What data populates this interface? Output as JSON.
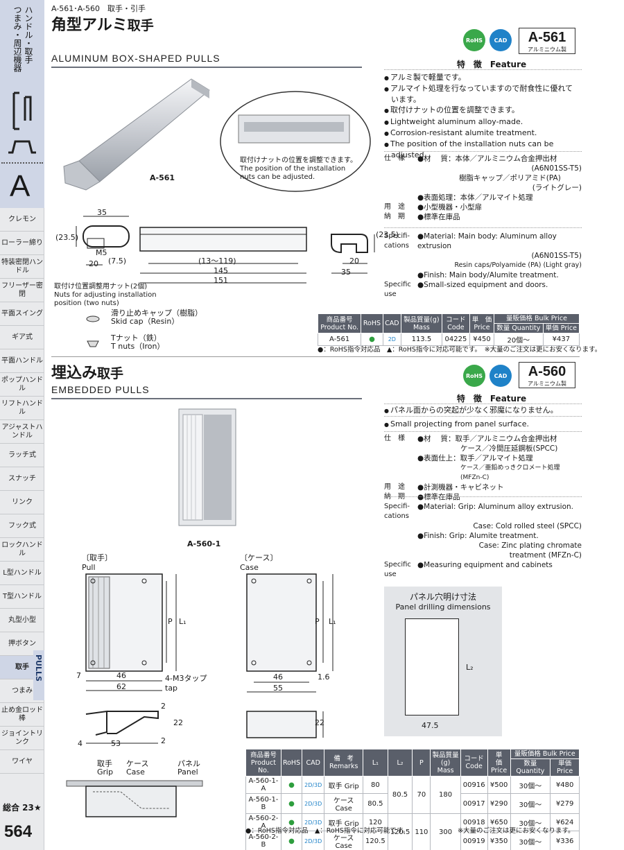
{
  "sidebar": {
    "category_line1": "ハンドル・取手",
    "category_line2": "つまみ・周辺機器",
    "letter": "A",
    "items": [
      "クレモン",
      "ローラー締り",
      "特装密閉ハンドル",
      "フリーザー密閉",
      "平面スイング",
      "ギア式",
      "平面ハンドル",
      "ポップハンドル",
      "リフトハンドル",
      "アジャストハンドル",
      "ラッチ式",
      "スナッチ",
      "リンク",
      "フック式",
      "ロックハンドル",
      "L型ハンドル",
      "T型ハンドル",
      "丸型小型",
      "押ボタン",
      "取手",
      "つまみ",
      "止め金ロッド棒",
      "ジョイントリンク",
      "ワイヤ"
    ],
    "active_item": "取手",
    "pulls_label": "PULLS",
    "total": "総合 23★",
    "page_number": "564"
  },
  "breadcrumb": "A-561･A-560　取手・引手",
  "s1": {
    "title_jp_a": "角型アルミ",
    "title_jp_b": "取手",
    "title_en": "ALUMINUM  BOX-SHAPED  PULLS",
    "rohs": "RoHS",
    "cad": "CAD",
    "code": "A-561",
    "code_sub": "アルミニウム製",
    "photo_label": "A-561",
    "inset_cap_jp": "取付けナットの位置を調整できます。",
    "inset_cap_en1": "The position of the installation",
    "inset_cap_en2": "nuts can be adjusted.",
    "feature_head": "特　徴　Feature",
    "features_jp": [
      "アルミ製で軽量です。",
      "アルマイト処理を行なっていますので耐食性に優れています。",
      "取付けナットの位置を調整できます。"
    ],
    "features_en": [
      "Lightweight aluminum alloy-made.",
      "Corrosion-resistant alumite treatment.",
      "The position of the installation nuts can be adjusted."
    ],
    "spec_jp": {
      "lab_spec": "仕　様",
      "mat": "●材　 質：本体／アルミニウム合金押出材",
      "mat2": "(A6N01SS-T5)",
      "cap": "樹脂キャップ／ポリアミド(PA)",
      "cap2": "(ライトグレー)",
      "fin": "●表面処理：本体／アルマイト処理",
      "lab_use": "用　途",
      "use": "●小型機器・小型扉",
      "lab_del": "納　期",
      "del": "●標準在庫品"
    },
    "spec_en": {
      "lab": "Specifi-cations",
      "mat": "●Material: Main body: Aluminum alloy extrusion",
      "mat2": "(A6N01SS-T5)",
      "resin": "Resin caps/Polyamide (PA) (Light gray)",
      "fin": "●Finish: Main body/Alumite treatment.",
      "lab_use": "Specific use",
      "use": "●Small-sized equipment and doors."
    },
    "dims": {
      "d35": "35",
      "d235": "(23.5)",
      "d20": "20",
      "dM5": "M5",
      "d75": "(7.5)",
      "d13": "(13～119)",
      "d145": "145",
      "d151": "151",
      "r235": "(23.5)",
      "r20": "20",
      "r35": "35"
    },
    "nut_cap_jp": "取付け位置調整用ナット(2個)",
    "nut_cap_en1": "Nuts for adjusting installation",
    "nut_cap_en2": "position (two nuts)",
    "skid_jp": "滑り止めキャップ（樹脂）",
    "skid_en": "Skid cap（Resin）",
    "tnut_jp": "Tナット（鉄）",
    "tnut_en": "T nuts（Iron）",
    "table": {
      "h_prod": "商品番号",
      "h_prod_en": "Product No.",
      "h_rohs": "RoHS",
      "h_cad": "CAD",
      "h_mass": "製品質量(g)",
      "h_mass_en": "Mass",
      "h_code": "コード",
      "h_code_en": "Code",
      "h_price": "単　価",
      "h_price_en": "Price",
      "h_bulk": "量販価格 Bulk Price",
      "h_qty": "数量 Quantity",
      "h_unit": "単価 Price",
      "row": {
        "prod": "A-561",
        "rohs": "●",
        "cad": "2D",
        "mass": "113.5",
        "code": "04225",
        "price": "¥450",
        "qty": "20個～",
        "unit": "¥437"
      }
    },
    "footnote": "●：RoHS指令対応品　▲：RoHS指令に対応可能です。　※大量のご注文は更にお安くなります。"
  },
  "s2": {
    "title_jp_a": "埋込み",
    "title_jp_b": "取手",
    "title_en": "EMBEDDED  PULLS",
    "rohs": "RoHS",
    "cad": "CAD",
    "code": "A-560",
    "code_sub": "アルミニウム製",
    "photo_label": "A-560-1",
    "feature_head": "特　徴　Feature",
    "features_jp": [
      "パネル面からの突起が少なく邪魔になりません。"
    ],
    "features_en": [
      "Small projecting from panel surface."
    ],
    "spec_jp": {
      "lab_spec": "仕　様",
      "mat": "●材　 質：取手／アルミニウム合金押出材",
      "mat2": "ケース／冷間圧延鋼板(SPCC)",
      "fin": "●表面仕上：取手／アルマイト処理",
      "fin2": "ケース／亜鉛めっきクロメート処理(MFZn-C)",
      "lab_use": "用　途",
      "use": "●計測機器・キャビネット",
      "lab_del": "納　期",
      "del": "●標準在庫品"
    },
    "spec_en": {
      "lab": "Specifi-cations",
      "mat": "●Material: Grip: Aluminum alloy extrusion.",
      "mat2": "Case: Cold rolled steel (SPCC)",
      "fin": "●Finish: Grip: Alumite treatment.",
      "fin2": "Case: Zinc plating chromate",
      "fin3": "treatment (MFZn-C)",
      "lab_use": "Specific use",
      "use": "●Measuring equipment and cabinets"
    },
    "pull_jp": "〔取手〕",
    "pull_en": "Pull",
    "case_jp": "〔ケース〕",
    "case_en": "Case",
    "dims": {
      "d7": "7",
      "d46": "46",
      "d62": "62",
      "tap": "4-M3タップ",
      "tap_en": "tap",
      "P": "P",
      "L1": "L₁",
      "c46": "46",
      "c55": "55",
      "c16": "1.6",
      "cP": "P",
      "cL1": "L₁",
      "p2a": "2",
      "p22": "22",
      "p2b": "2",
      "p4": "4",
      "p53": "53",
      "s22": "22"
    },
    "drill_jp": "パネル穴明け寸法",
    "drill_en": "Panel drilling dimensions",
    "drill_L2": "L₂",
    "drill_475": "47.5",
    "grip_jp": "取手",
    "grip_en": "Grip",
    "casej": "ケース",
    "casee": "Case",
    "panel_jp": "パネル",
    "panel_en": "Panel",
    "table": {
      "h_prod": "商品番号",
      "h_prod_en": "Product No.",
      "h_rohs": "RoHS",
      "h_cad": "CAD",
      "h_rem": "備　考",
      "h_rem_en": "Remarks",
      "h_L1": "L₁",
      "h_L2": "L₂",
      "h_P": "P",
      "h_mass": "製品質量(g)",
      "h_mass_en": "Mass",
      "h_code": "コード",
      "h_code_en": "Code",
      "h_price": "単　価",
      "h_price_en": "Price",
      "h_bulk": "量販価格 Bulk Price",
      "h_qty": "数量 Quantity",
      "h_unit": "単価 Price",
      "rows": [
        {
          "prod": "A-560-1-A",
          "rohs": "●",
          "cad": "2D/3D",
          "rem": "取手 Grip",
          "L1": "80",
          "code": "00916",
          "price": "¥500",
          "qty": "30個～",
          "unit": "¥480"
        },
        {
          "prod": "A-560-1-B",
          "rohs": "●",
          "cad": "2D/3D",
          "rem": "ケース Case",
          "L1": "80.5",
          "code": "00917",
          "price": "¥290",
          "qty": "30個～",
          "unit": "¥279"
        },
        {
          "prod": "A-560-2-A",
          "rohs": "●",
          "cad": "2D/3D",
          "rem": "取手 Grip",
          "L1": "120",
          "code": "00918",
          "price": "¥650",
          "qty": "30個～",
          "unit": "¥624"
        },
        {
          "prod": "A-560-2-B",
          "rohs": "●",
          "cad": "2D/3D",
          "rem": "ケース Case",
          "L1": "120.5",
          "code": "00919",
          "price": "¥350",
          "qty": "30個～",
          "unit": "¥336"
        }
      ],
      "g1": {
        "L2": "80.5",
        "P": "70",
        "mass": "180"
      },
      "g2": {
        "L2": "120.5",
        "P": "110",
        "mass": "300"
      }
    },
    "footnote_a": "●：RoHS指令対応品　▲：RoHS指令に対応可能です。",
    "footnote_b": "※大量のご注文は更にお安くなります。"
  }
}
